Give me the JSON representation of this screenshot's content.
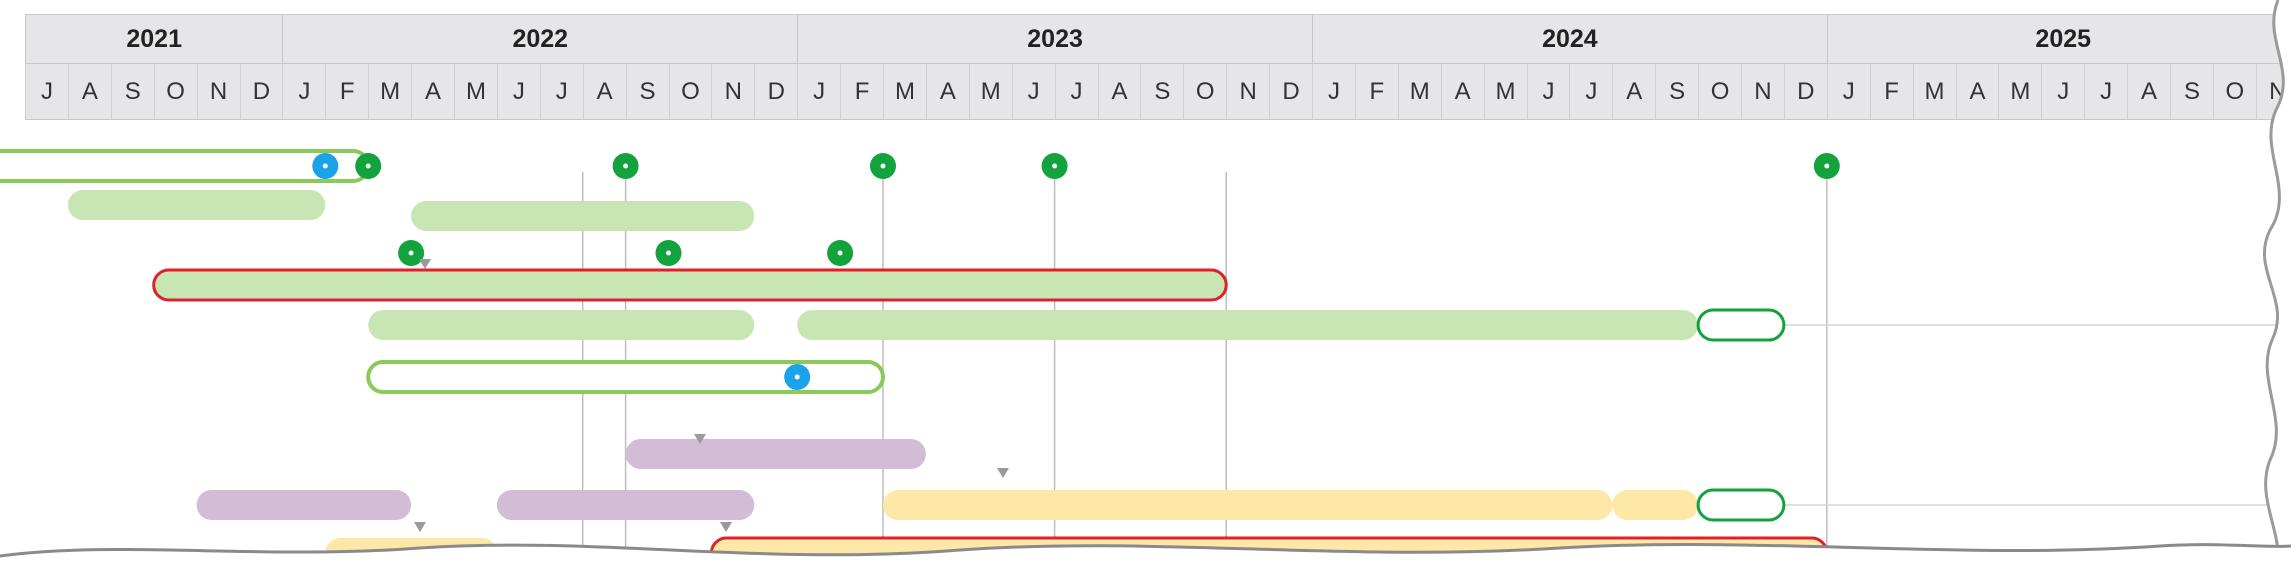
{
  "years": [
    {
      "label": "2021",
      "months": [
        "J",
        "A",
        "S",
        "O",
        "N",
        "D"
      ]
    },
    {
      "label": "2022",
      "months": [
        "J",
        "F",
        "M",
        "A",
        "M",
        "J",
        "J",
        "A",
        "S",
        "O",
        "N",
        "D"
      ]
    },
    {
      "label": "2023",
      "months": [
        "J",
        "F",
        "M",
        "A",
        "M",
        "J",
        "J",
        "A",
        "S",
        "O",
        "N",
        "D"
      ]
    },
    {
      "label": "2024",
      "months": [
        "J",
        "F",
        "M",
        "A",
        "M",
        "J",
        "J",
        "A",
        "S",
        "O",
        "N",
        "D"
      ]
    },
    {
      "label": "2025",
      "months": [
        "J",
        "F",
        "M",
        "A",
        "M",
        "J",
        "J",
        "A",
        "S",
        "O",
        "N"
      ]
    }
  ],
  "colors": {
    "header_bg": "#e6e6e8",
    "green_bar": "#c8e6b4",
    "green_outline": "#8cc85a",
    "red_outline": "#e0202a",
    "purple_bar": "#d3bcd6",
    "yellow_bar": "#fde8a8",
    "milestone_green": "#12a33c",
    "milestone_blue": "#1aa3e8",
    "connector": "#bdbdbd"
  },
  "tasks": [
    {
      "kind": "outlined-green",
      "start": "2021-05",
      "end": "2022-03",
      "row": 1
    },
    {
      "kind": "green",
      "start": "2021-08",
      "end": "2022-02",
      "row": 2
    },
    {
      "kind": "green",
      "start": "2022-04",
      "end": "2022-12",
      "row": 3
    },
    {
      "kind": "green-red-outline",
      "start": "2021-10",
      "end": "2023-11",
      "row": 5
    },
    {
      "kind": "green",
      "start": "2022-03",
      "end": "2022-12",
      "row": 6
    },
    {
      "kind": "green",
      "start": "2023-01",
      "end": "2024-10",
      "row": 6
    },
    {
      "kind": "empty-green-outline",
      "start": "2024-10",
      "end": "2024-12",
      "row": 6
    },
    {
      "kind": "outlined-green",
      "start": "2022-03",
      "end": "2023-03",
      "row": 7
    },
    {
      "kind": "purple",
      "start": "2022-09",
      "end": "2023-04",
      "row": 8
    },
    {
      "kind": "purple",
      "start": "2021-11",
      "end": "2022-04",
      "row": 9
    },
    {
      "kind": "purple",
      "start": "2022-06",
      "end": "2022-12",
      "row": 9
    },
    {
      "kind": "yellow",
      "start": "2023-03",
      "end": "2024-08",
      "row": 9
    },
    {
      "kind": "yellow",
      "start": "2024-08",
      "end": "2024-10",
      "row": 9
    },
    {
      "kind": "empty-green-outline",
      "start": "2024-10",
      "end": "2024-12",
      "row": 9
    },
    {
      "kind": "yellow",
      "start": "2022-02",
      "end": "2022-06",
      "row": 10
    },
    {
      "kind": "yellow-red-outline",
      "start": "2022-11",
      "end": "2025-01",
      "row": 10
    }
  ],
  "milestones": [
    {
      "date": "2022-03",
      "row": 1,
      "color": "green"
    },
    {
      "date": "2022-09",
      "row": 1,
      "color": "green"
    },
    {
      "date": "2023-03",
      "row": 1,
      "color": "green"
    },
    {
      "date": "2023-07",
      "row": 1,
      "color": "green"
    },
    {
      "date": "2025-01",
      "row": 1,
      "color": "green"
    },
    {
      "date": "2022-04",
      "row": 4,
      "color": "green"
    },
    {
      "date": "2022-10",
      "row": 4,
      "color": "green"
    },
    {
      "date": "2023-02",
      "row": 4,
      "color": "green"
    },
    {
      "date": "2022-02",
      "row": 1,
      "color": "blue"
    },
    {
      "date": "2023-01",
      "row": 7,
      "color": "blue"
    }
  ]
}
